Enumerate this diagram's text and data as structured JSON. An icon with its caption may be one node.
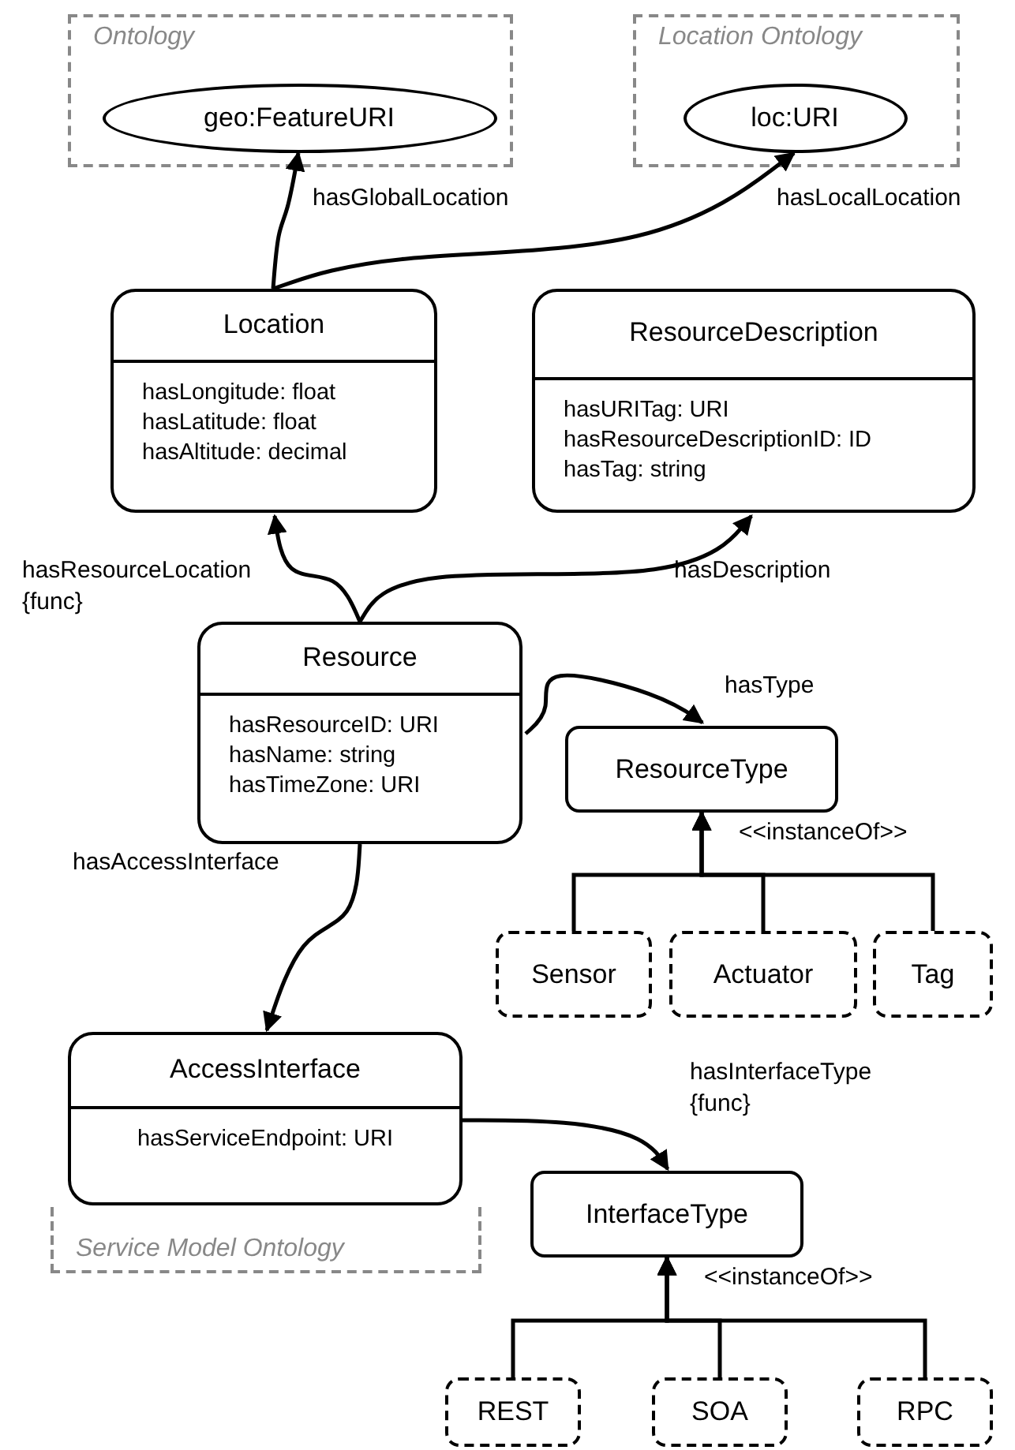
{
  "diagram": {
    "nodes": [
      {
        "text": [
          "Ontology"
        ]
      },
      {
        "text": [
          "geo:FeatureURI"
        ],
        "in": 0
      },
      {
        "text": [
          "Location Ontology"
        ]
      },
      {
        "text": [
          "loc:URI"
        ],
        "in": 2
      },
      {
        "text": [
          "Location",
          "hasLongitude: float",
          "hasLatitude: float",
          "hasAltitude: decimal"
        ]
      },
      {
        "text": [
          "ResourceDescription",
          "hasURITag: URI",
          "hasResourceDescriptionID: ID",
          "hasTag: string"
        ]
      },
      {
        "text": [
          "Resource",
          "hasResourceID: URI",
          "hasName: string",
          "hasTimeZone: URI"
        ]
      },
      {
        "text": [
          "ResourceType"
        ]
      },
      {
        "text": [
          "Sensor"
        ]
      },
      {
        "text": [
          "Actuator"
        ]
      },
      {
        "text": [
          "Tag"
        ]
      },
      {
        "text": [
          "Service Model Ontology"
        ]
      },
      {
        "text": [
          "AccessInterface",
          "hasServiceEndpoint: URI"
        ]
      },
      {
        "text": [
          "InterfaceType"
        ]
      },
      {
        "text": [
          "REST"
        ]
      },
      {
        "text": [
          "SOA"
        ]
      },
      {
        "text": [
          "RPC"
        ]
      }
    ],
    "edges": [
      {
        "from": 4,
        "to": 1,
        "arrow": "to",
        "label": "hasGlobalLocation"
      },
      {
        "from": 4,
        "to": 3,
        "arrow": "to",
        "label": "hasLocalLocation"
      },
      {
        "from": 6,
        "to": 4,
        "arrow": "to",
        "label": "hasResourceLocation {func}"
      },
      {
        "from": 6,
        "to": 5,
        "arrow": "to",
        "label": "hasDescription"
      },
      {
        "from": 6,
        "to": 7,
        "arrow": "to",
        "label": "hasType"
      },
      {
        "from": 6,
        "to": 12,
        "arrow": "to",
        "label": "hasAccessInterface"
      },
      {
        "from": 12,
        "to": 13,
        "arrow": "to",
        "label": "hasInterfaceType {func}"
      },
      {
        "from": 8,
        "to": 7,
        "arrow": "to"
      },
      {
        "from": 9,
        "to": 7,
        "arrow": "to"
      },
      {
        "from": 10,
        "to": 7,
        "arrow": "to"
      },
      {
        "from": 14,
        "to": 13,
        "arrow": "to"
      },
      {
        "from": 15,
        "to": 13,
        "arrow": "to"
      },
      {
        "from": 16,
        "to": 13,
        "arrow": "to"
      }
    ],
    "labels": [
      "<<instanceOf>>",
      "<<instanceOf>>"
    ]
  }
}
